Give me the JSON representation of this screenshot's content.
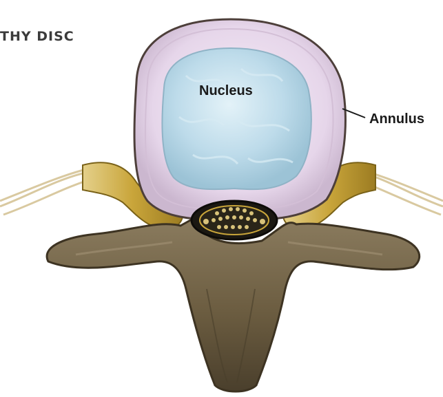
{
  "heading": "THY DISC",
  "labels": {
    "nucleus": "Nucleus",
    "annulus": "Annulus"
  },
  "colors": {
    "bone": "#6f6146",
    "bone_dark": "#3d3322",
    "nerve": "#c9a53a",
    "annulus": "#eadcef",
    "nucleus": "#bfdcec"
  }
}
